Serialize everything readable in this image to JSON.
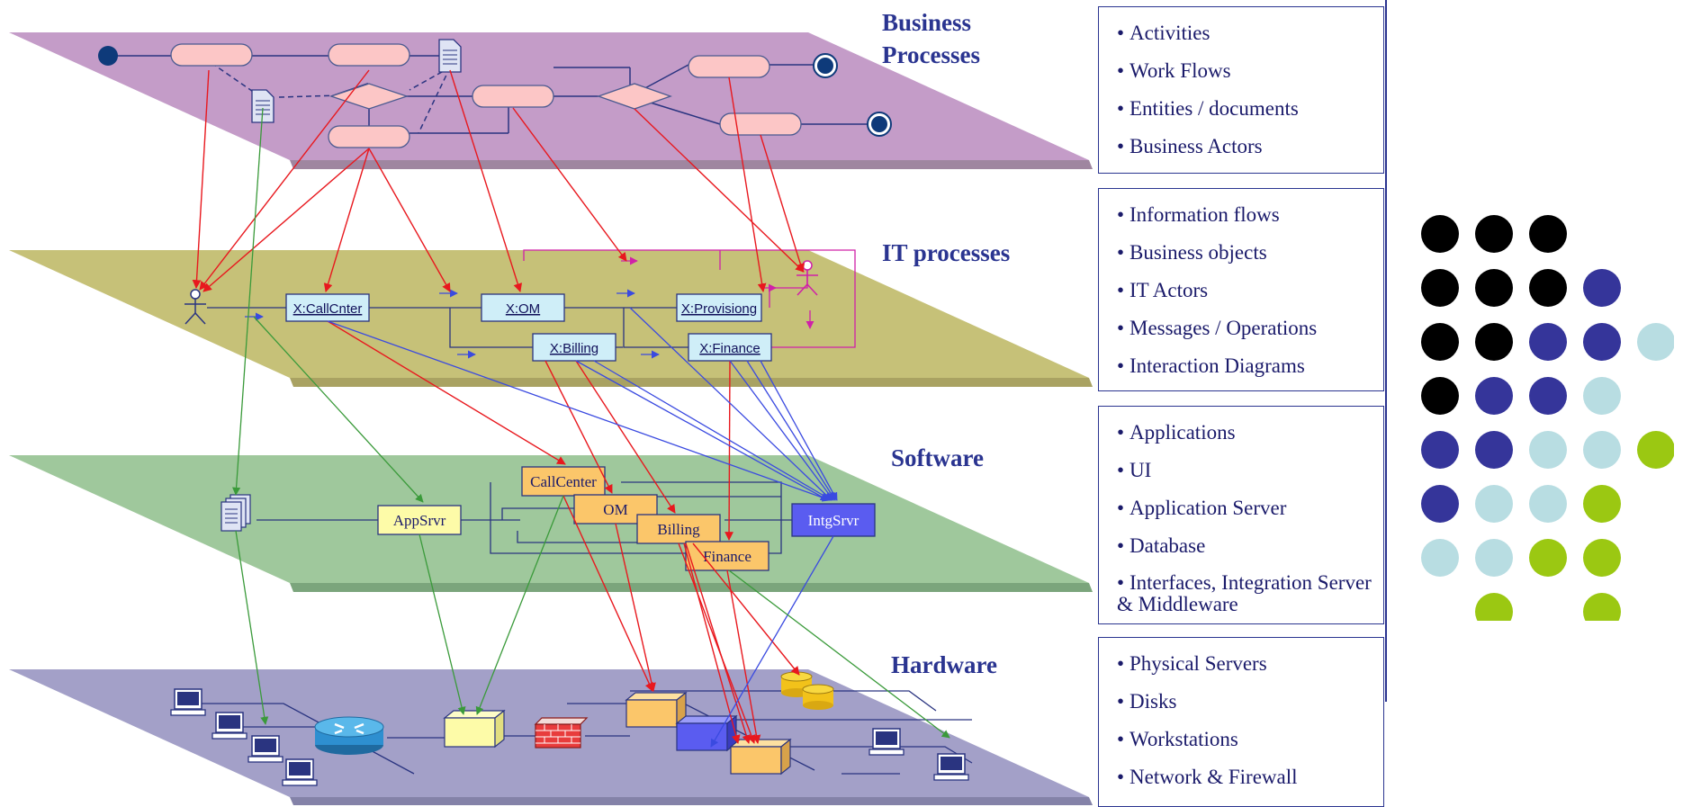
{
  "layers": {
    "business_title_line1": "Business",
    "business_title_line2": "Processes",
    "it_title": "IT processes",
    "software_title": "Software",
    "hardware_title": "Hardware"
  },
  "it_nodes": {
    "callcenter": "X:CallCnter",
    "om": "X:OM",
    "provisioning": "X:Provisiong",
    "billing": "X:Billing",
    "finance": "X:Finance"
  },
  "software_nodes": {
    "appsrvr": "AppSrvr",
    "callcenter": "CallCenter",
    "om": "OM",
    "billing": "Billing",
    "finance": "Finance",
    "intgsrvr": "IntgSrvr"
  },
  "legend_boxes": [
    {
      "items": [
        "Activities",
        "Work Flows",
        "Entities / documents",
        "Business Actors"
      ]
    },
    {
      "items": [
        "Information flows",
        "Business objects",
        "IT Actors",
        "Messages / Operations",
        "Interaction Diagrams"
      ]
    },
    {
      "items": [
        "Applications",
        "UI",
        "Application Server",
        "Database",
        "Interfaces, Integration Server & Middleware"
      ]
    },
    {
      "items": [
        "Physical Servers",
        "Disks",
        "Workstations",
        "Network & Firewall"
      ]
    }
  ],
  "bullet_char": "•",
  "colors": {
    "business_plane": "#c49cc8",
    "it_plane": "#c6c178",
    "software_plane": "#9fc89c",
    "hardware_plane": "#a3a0c8",
    "arrow_red": "#e8181e",
    "arrow_blue": "#3a4ae0",
    "arrow_green": "#3a9a3a",
    "arrow_magenta": "#d020a8",
    "title": "#2a3490"
  },
  "dot_grid": [
    [
      "black",
      "black",
      "black",
      null,
      null
    ],
    [
      "black",
      "black",
      "black",
      "indigo",
      null
    ],
    [
      "black",
      "black",
      "indigo",
      "indigo",
      "lightblue"
    ],
    [
      "black",
      "indigo",
      "indigo",
      "lightblue",
      null
    ],
    [
      "indigo",
      "indigo",
      "lightblue",
      "lightblue",
      "lime"
    ],
    [
      "indigo",
      "lightblue",
      "lightblue",
      "lime",
      null
    ],
    [
      "lightblue",
      "lightblue",
      "lime",
      "lime",
      null
    ],
    [
      null,
      "lime",
      null,
      "lime",
      null
    ]
  ],
  "dot_colors": {
    "black": "#000000",
    "indigo": "#35359a",
    "lightblue": "#b8dde2",
    "lime": "#9bc812"
  }
}
